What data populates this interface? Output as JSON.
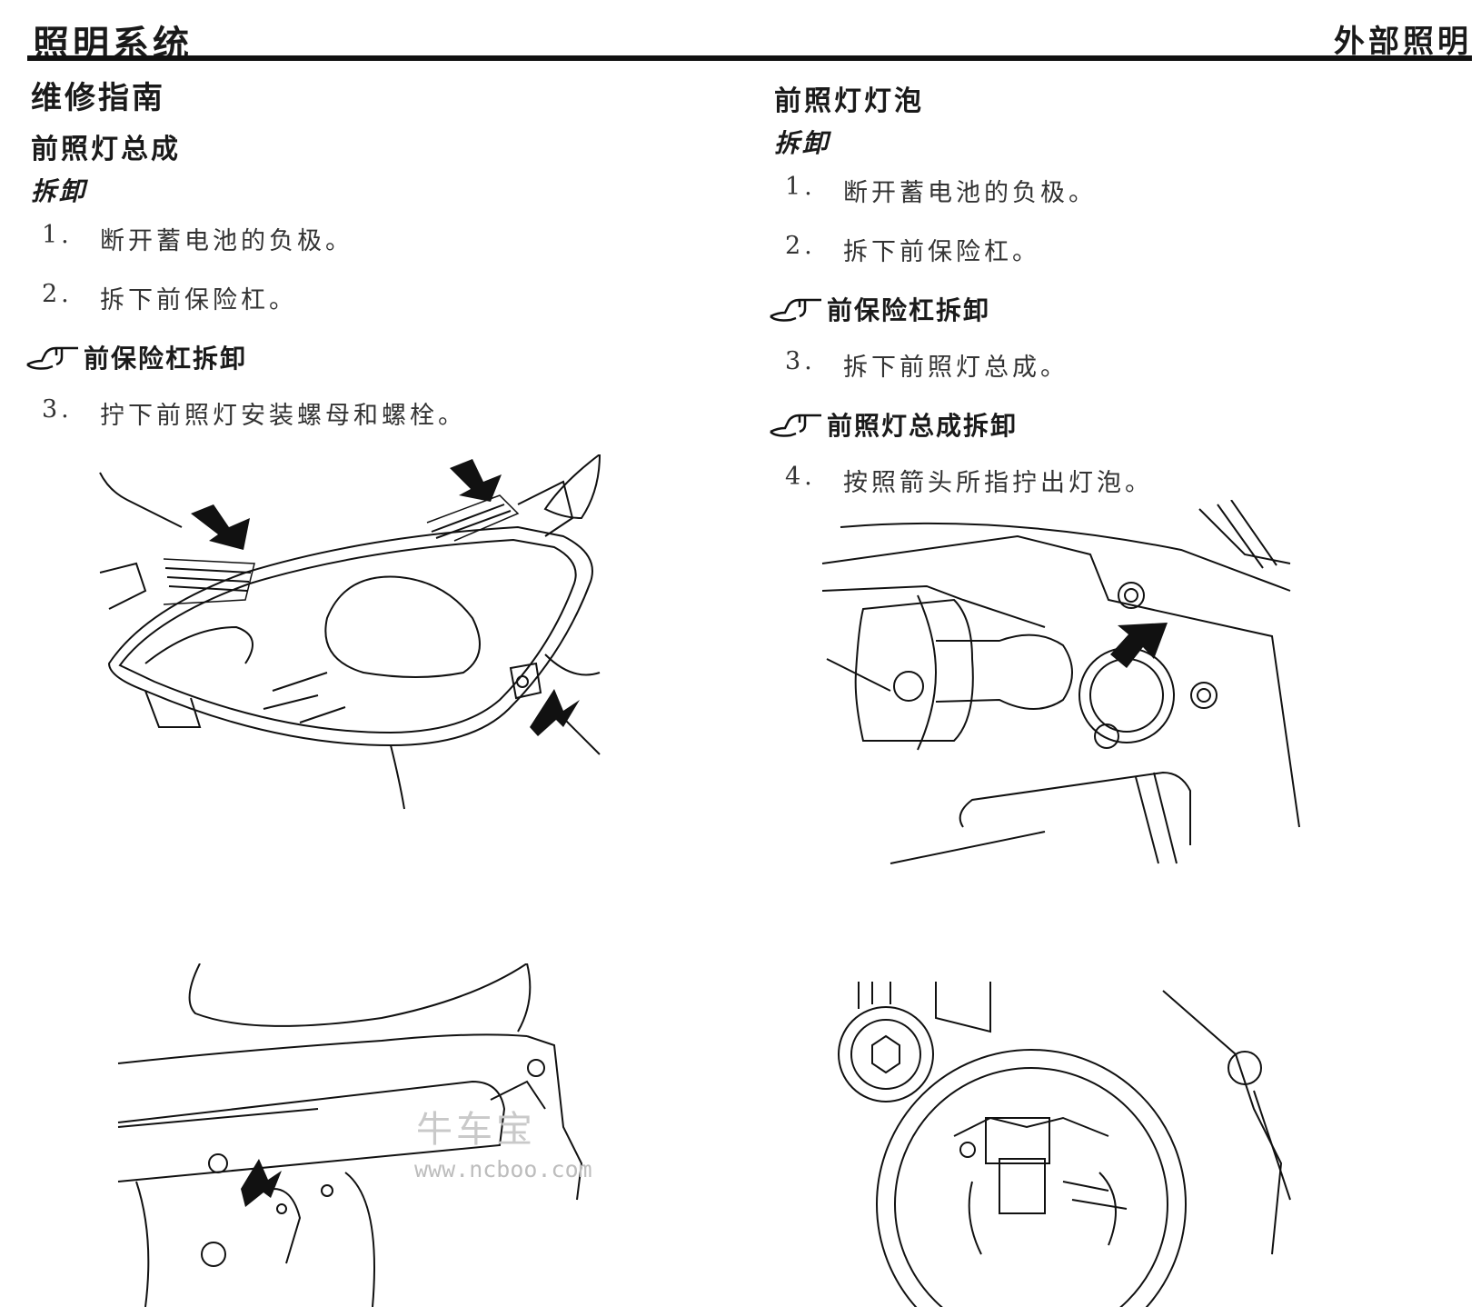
{
  "header": {
    "left_title": "照明系统",
    "right_title": "外部照明"
  },
  "left": {
    "section": "维修指南",
    "subsection": "前照灯总成",
    "procedure": "拆卸",
    "steps_a": [
      {
        "num": "1.",
        "text": "断开蓄电池的负极。"
      },
      {
        "num": "2.",
        "text": "拆下前保险杠。"
      }
    ],
    "ref": "前保险杠拆卸",
    "steps_b": [
      {
        "num": "3.",
        "text": "拧下前照灯安装螺母和螺栓。"
      }
    ]
  },
  "right": {
    "subsection": "前照灯灯泡",
    "procedure": "拆卸",
    "steps_a": [
      {
        "num": "1.",
        "text": "断开蓄电池的负极。"
      },
      {
        "num": "2.",
        "text": "拆下前保险杠。"
      }
    ],
    "ref1": "前保险杠拆卸",
    "steps_b": [
      {
        "num": "3.",
        "text": "拆下前照灯总成。"
      }
    ],
    "ref2": "前照灯总成拆卸",
    "steps_c": [
      {
        "num": "4.",
        "text": "按照箭头所指拧出灯泡。"
      }
    ]
  },
  "watermark": {
    "brand": "牛车宝",
    "url": "www.ncboo.com"
  },
  "icons": {
    "reference": "pointing-hand-icon"
  }
}
